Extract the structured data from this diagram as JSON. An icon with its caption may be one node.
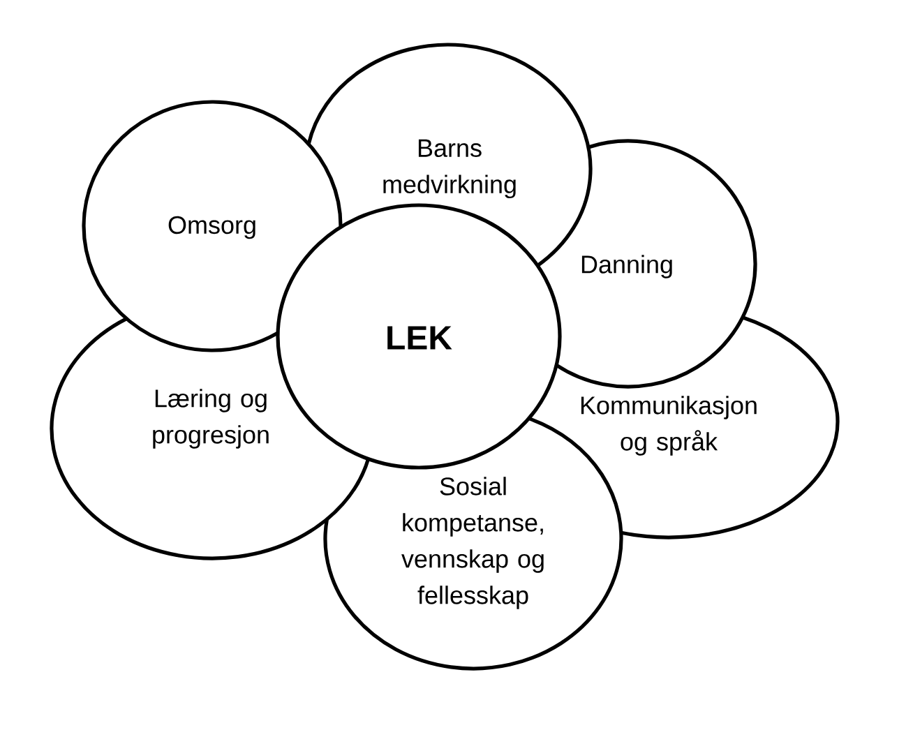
{
  "diagram": {
    "nodes": [
      {
        "text": [
          "Barns medvirkning"
        ]
      },
      {
        "text": [
          "Omsorg"
        ]
      },
      {
        "text": [
          "Danning"
        ]
      },
      {
        "text": [
          "LEK"
        ]
      },
      {
        "text": [
          "Læring og progresjon"
        ]
      },
      {
        "text": [
          "Kommunikasjon og språk"
        ]
      },
      {
        "text": [
          "Sosial kompetanse, vennskap og fellesskap"
        ]
      }
    ]
  }
}
